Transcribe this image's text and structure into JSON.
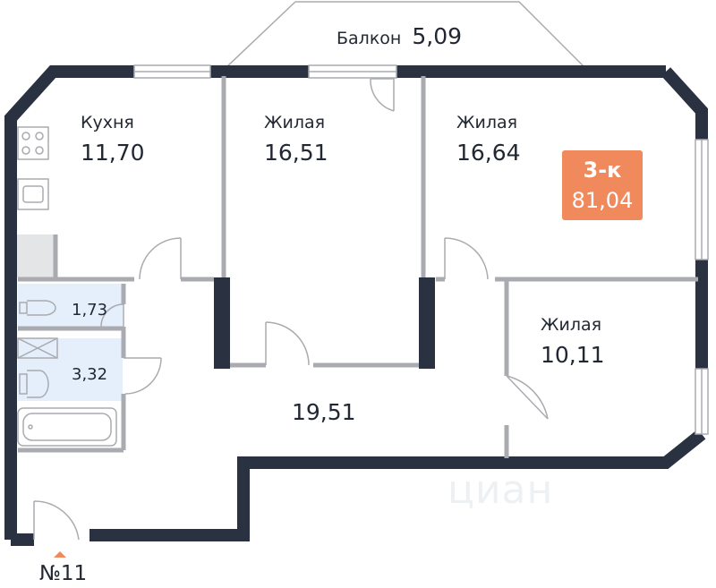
{
  "balcony": {
    "name": "Балкон",
    "area": "5,09"
  },
  "rooms": {
    "kitchen": {
      "name": "Кухня",
      "area": "11,70"
    },
    "living_1": {
      "name": "Жилая",
      "area": "16,51"
    },
    "living_2": {
      "name": "Жилая",
      "area": "16,64"
    },
    "living_3": {
      "name": "Жилая",
      "area": "10,11"
    },
    "toilet": {
      "area": "1,73"
    },
    "bathroom": {
      "area": "3,32"
    },
    "hall": {
      "area": "19,51"
    }
  },
  "badge": {
    "type": "3-к",
    "total_area": "81,04",
    "color": "#f08a5d"
  },
  "apartment_number": "№11",
  "watermark": "циан",
  "colors": {
    "wall": "#2a3140",
    "partition": "#a9abb0",
    "wet_zone": "#e4effb",
    "badge": "#f08a5d",
    "entrance_marker": "#f08a5d"
  }
}
